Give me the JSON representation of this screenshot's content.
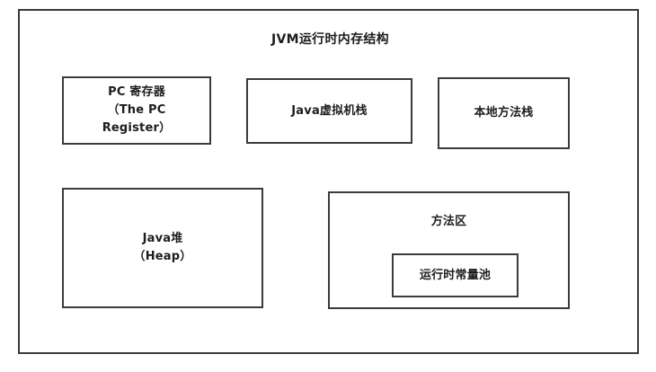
{
  "diagram": {
    "title": "JVM运行时内存结构",
    "type": "block-diagram",
    "boxes": [
      {
        "id": "pc-register",
        "label": "PC 寄存器\n（The PC\nRegister）",
        "row": 1,
        "column": 1
      },
      {
        "id": "jvm-stack",
        "label": "Java虚拟机栈",
        "row": 1,
        "column": 2
      },
      {
        "id": "native-method-stack",
        "label": "本地方法栈",
        "row": 1,
        "column": 3
      },
      {
        "id": "java-heap",
        "label": "Java堆\n（Heap）",
        "row": 2,
        "column": 1
      },
      {
        "id": "method-area",
        "label": "方法区",
        "row": 2,
        "column": 2,
        "children": [
          {
            "id": "runtime-constant-pool",
            "label": "运行时常量池"
          }
        ]
      }
    ],
    "colors": {
      "background": "#ffffff",
      "border": "#3b3b3b",
      "text": "#1d1d1d"
    }
  }
}
